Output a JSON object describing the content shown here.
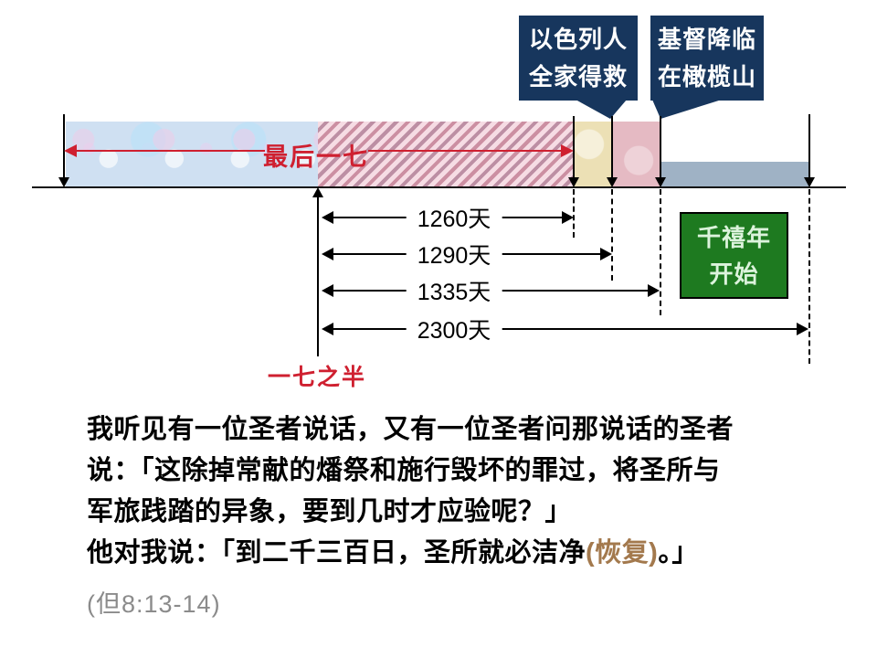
{
  "callouts": [
    {
      "line1": "以色列人",
      "line2": "全家得救"
    },
    {
      "line1": "基督降临",
      "line2": "在橄榄山"
    }
  ],
  "timeline": {
    "last_seven_label": "最后一七",
    "half_of_seven_label": "一七之半",
    "millennium": {
      "line1": "千禧年",
      "line2": "开始"
    },
    "durations": [
      {
        "label": "1260天",
        "days": 1260
      },
      {
        "label": "1290天",
        "days": 1290
      },
      {
        "label": "1335天",
        "days": 1335
      },
      {
        "label": "2300天",
        "days": 2300
      }
    ]
  },
  "scripture": {
    "para1_line1": "我听见有一位圣者说话，又有一位圣者问那说话的圣者",
    "para1_line2": "说：「这除掉常献的燔祭和施行毁坏的罪过，将圣所与",
    "para1_line3": "军旅践踏的异象，要到几时才应验呢？」",
    "para2_pre": "他对我说：「到二千三百日，圣所就必洁净",
    "para2_highlight": "(恢复)",
    "para2_post": "。」",
    "citation": "(但8:13-14)"
  },
  "colors": {
    "callout_navy": "#17365d",
    "accent_red": "#cf2030",
    "millennium_green": "#1e7a20",
    "highlight_brown": "#a3794d",
    "citation_gray": "#8b8b8b",
    "segment_blue": "#cfe0f2",
    "segment_hatch_pink": "#f6dce4",
    "segment_cream": "#ece0b5",
    "segment_pink": "#e5bac3",
    "millennium_bar_gray": "#9fb2c5"
  }
}
